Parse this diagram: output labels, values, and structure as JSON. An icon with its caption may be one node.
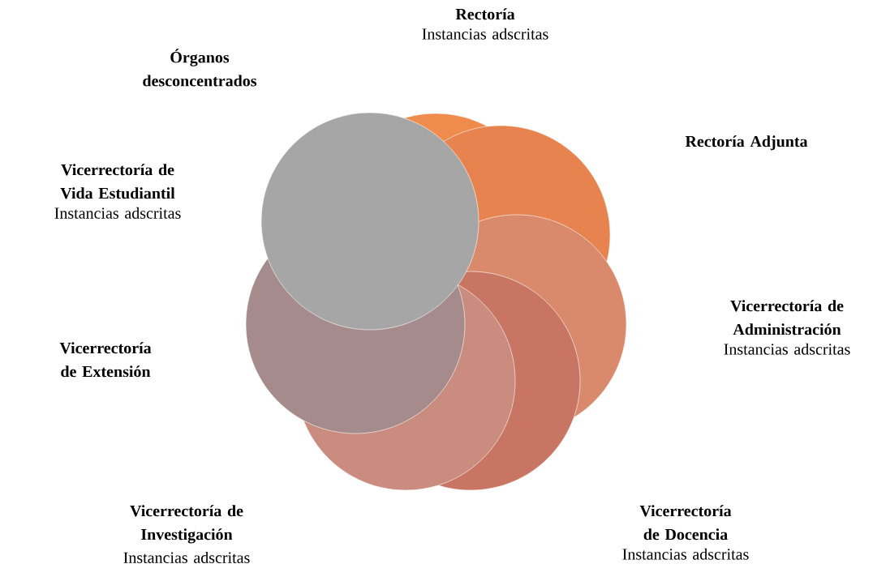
{
  "diagram": {
    "labels": [
      "Rectoría",
      "Instancias adscritas",
      "Órganos desconcentrados",
      "Rectoría Adjunta",
      "Vicerrectoría de Vida Estudiantil",
      "Instancias adscritas",
      "Vicerrectoría de Administración",
      "Instancias adscritas",
      "Vicerrectoría de Extensión",
      "Vicerrectoría de Investigación",
      "Instancias adscritas",
      "Vicerrectoría de Docencia",
      "Instancias adscritas"
    ]
  }
}
